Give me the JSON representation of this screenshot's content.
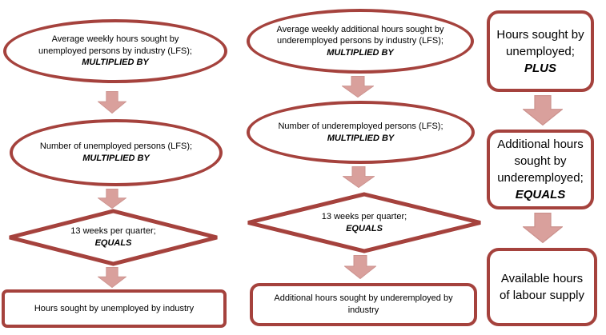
{
  "colors": {
    "shape_border": "#A5423D",
    "arrow_fill": "#D9A09C",
    "text": "#000000",
    "background": "#FFFFFF"
  },
  "flowchart": {
    "left_column": {
      "step1": {
        "text": "Average weekly hours sought by unemployed persons by industry (LFS); ",
        "keyword": "MULTIPLIED  BY"
      },
      "step2": {
        "text": "Number of unemployed persons (LFS); ",
        "keyword": "MULTIPLIED  BY"
      },
      "step3": {
        "text": "13 weeks per quarter;",
        "keyword": "EQUALS"
      },
      "result": {
        "text": "Hours sought by unemployed by industry"
      }
    },
    "middle_column": {
      "step1": {
        "text": "Average weekly additional hours sought by underemployed persons by industry (LFS); ",
        "keyword": "MULTIPLIED  BY"
      },
      "step2": {
        "text": "Number of underemployed persons (LFS); ",
        "keyword": "MULTIPLIED  BY"
      },
      "step3": {
        "text": "13 weeks per quarter;",
        "keyword": "EQUALS"
      },
      "result": {
        "text": "Additional hours sought by underemployed by industry"
      }
    },
    "right_column": {
      "step1": {
        "text": "Hours sought by unemployed;",
        "keyword": "PLUS"
      },
      "step2": {
        "text": "Additional hours sought by underemployed;",
        "keyword": "EQUALS"
      },
      "result": {
        "text": "Available hours of labour supply"
      }
    }
  }
}
